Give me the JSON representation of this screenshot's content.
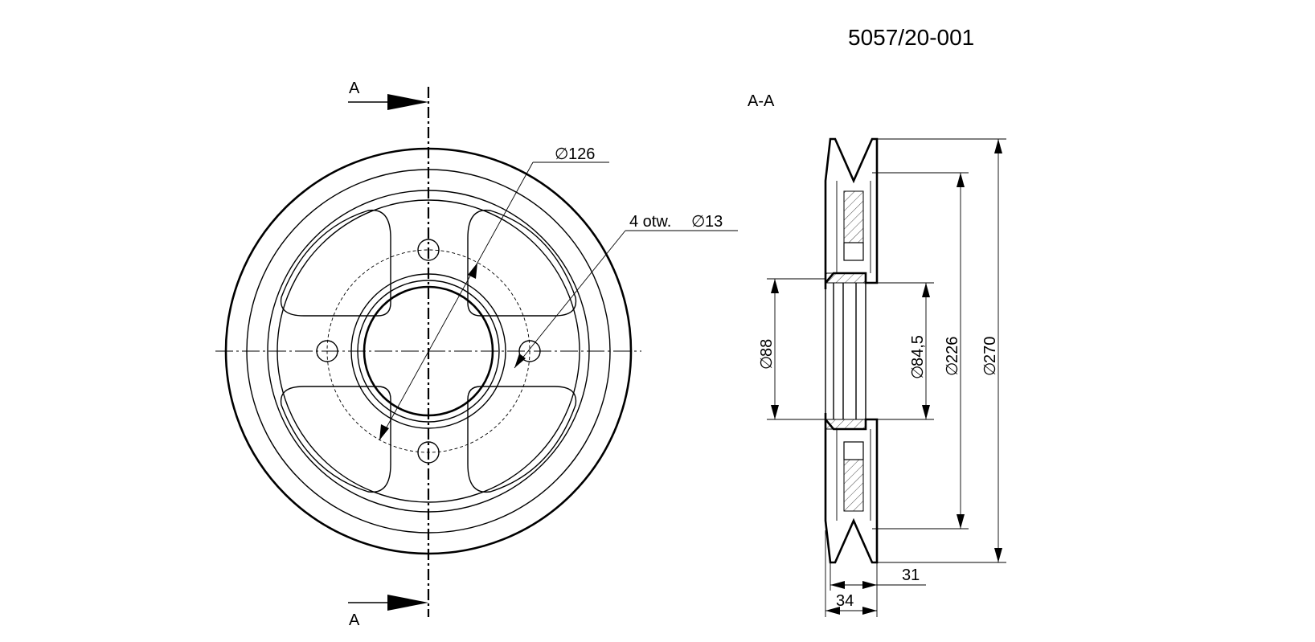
{
  "drawing_number": "5057/20-001",
  "section_view_label": "A-A",
  "section_marker_top": "A",
  "section_marker_bottom": "A",
  "dimensions": {
    "bolt_circle": "126",
    "holes": "4 otw.",
    "hole_diameter": "13",
    "bore": "88",
    "hub": "84,5",
    "groove": "226",
    "outer": "270",
    "width_total": "34",
    "width_groove": "31"
  },
  "symbols": {
    "diameter": "∅"
  }
}
